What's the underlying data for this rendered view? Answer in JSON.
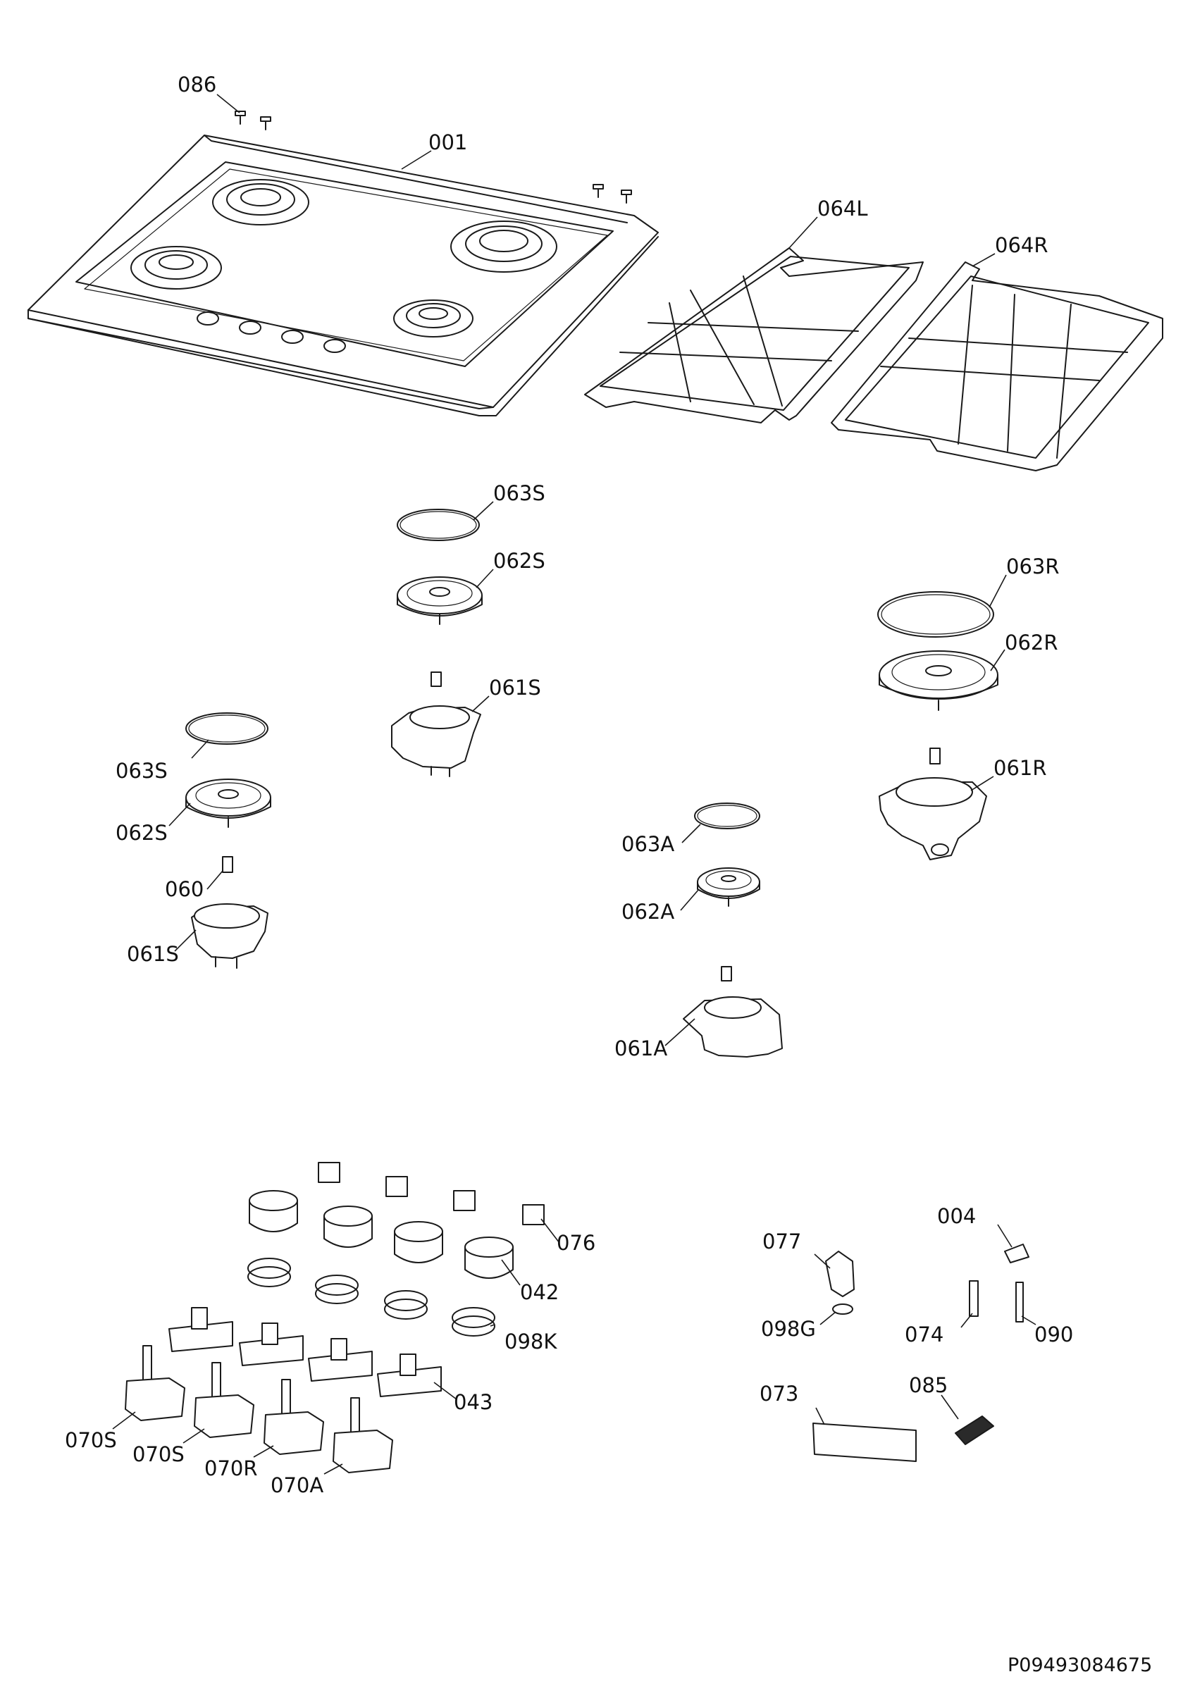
{
  "document_ref": "P09493084675",
  "labels": [
    {
      "id": "086",
      "text": "086"
    },
    {
      "id": "001",
      "text": "001"
    },
    {
      "id": "064L",
      "text": "064L"
    },
    {
      "id": "064R",
      "text": "064R"
    },
    {
      "id": "063S_top",
      "text": "063S"
    },
    {
      "id": "062S_top",
      "text": "062S"
    },
    {
      "id": "063R",
      "text": "063R"
    },
    {
      "id": "062R",
      "text": "062R"
    },
    {
      "id": "061S_top",
      "text": "061S"
    },
    {
      "id": "063S_left",
      "text": "063S"
    },
    {
      "id": "061R",
      "text": "061R"
    },
    {
      "id": "062S_left",
      "text": "062S"
    },
    {
      "id": "063A",
      "text": "063A"
    },
    {
      "id": "060",
      "text": "060"
    },
    {
      "id": "062A",
      "text": "062A"
    },
    {
      "id": "061S_left",
      "text": "061S"
    },
    {
      "id": "061A",
      "text": "061A"
    },
    {
      "id": "076",
      "text": "076"
    },
    {
      "id": "004",
      "text": "004"
    },
    {
      "id": "077",
      "text": "077"
    },
    {
      "id": "042",
      "text": "042"
    },
    {
      "id": "098G",
      "text": "098G"
    },
    {
      "id": "074",
      "text": "074"
    },
    {
      "id": "090",
      "text": "090"
    },
    {
      "id": "098K",
      "text": "098K"
    },
    {
      "id": "043",
      "text": "043"
    },
    {
      "id": "073",
      "text": "073"
    },
    {
      "id": "085",
      "text": "085"
    },
    {
      "id": "070S_1",
      "text": "070S"
    },
    {
      "id": "070S_2",
      "text": "070S"
    },
    {
      "id": "070R",
      "text": "070R"
    },
    {
      "id": "070A",
      "text": "070A"
    }
  ]
}
